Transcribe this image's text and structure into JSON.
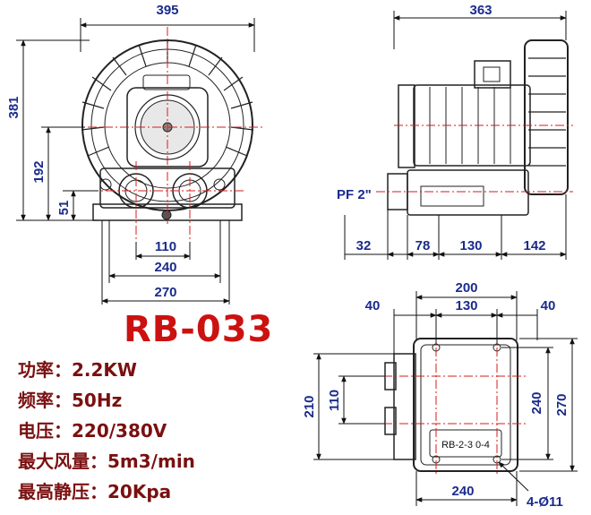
{
  "model": "RB-033",
  "specs": [
    {
      "label": "功率：",
      "value": "2.2KW"
    },
    {
      "label": "频率：",
      "value": "50Hz"
    },
    {
      "label": "电压：",
      "value": "220/380V"
    },
    {
      "label": "最大风量：",
      "value": "5m3/min"
    },
    {
      "label": "最高静压：",
      "value": "20Kpa"
    }
  ],
  "front_view": {
    "width": "395",
    "height": "381",
    "port_center_height": "192",
    "base_height": "51",
    "port_spacing": "110",
    "foot_spacing": "240",
    "base_width": "270"
  },
  "side_view": {
    "depth": "363",
    "port_label": "PF 2\"",
    "segments": [
      "32",
      "78",
      "130",
      "142"
    ]
  },
  "bottom_view": {
    "top_width": "200",
    "hole_spacing": "130",
    "left_offset": "40",
    "right_offset": "40",
    "height_outer": "210",
    "height_inner": "110",
    "hole_row_spacing": "240",
    "total_height": "270",
    "bottom_width": "240",
    "nameplate": "RB-2-3 0-4",
    "holes": "4-Ø11"
  },
  "colors": {
    "dimension": "#1a2b8c",
    "model": "#cc1111",
    "spec": "#7a1010",
    "centerline": "#d81b1b"
  }
}
